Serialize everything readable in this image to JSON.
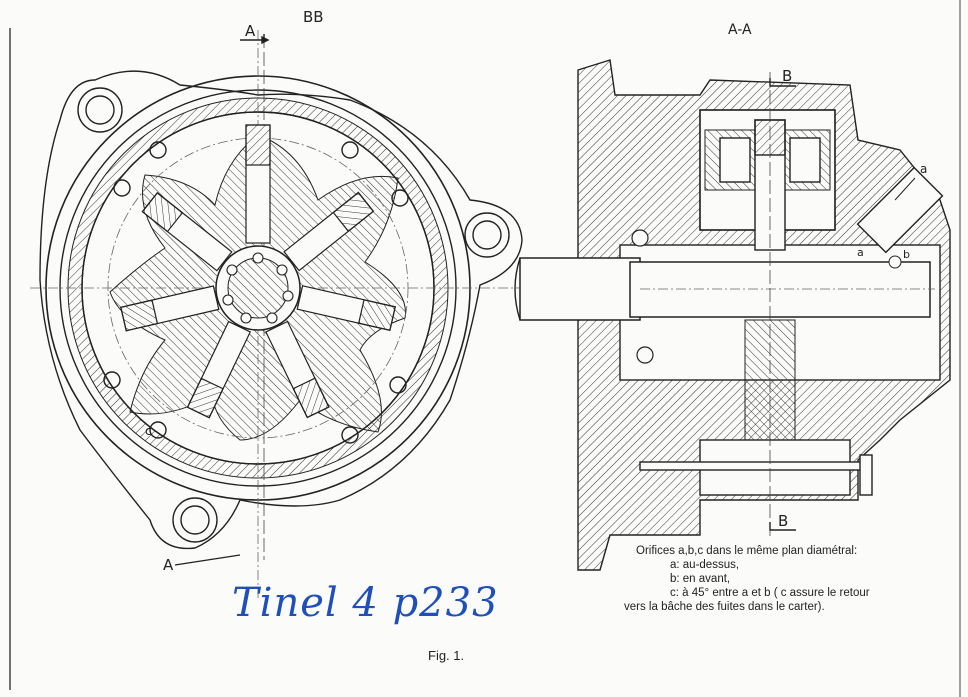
{
  "section_labels": {
    "bb": "BB",
    "aa": "A-A",
    "cut_a_top": "A",
    "cut_a_bottom": "A",
    "cut_b_top": "B",
    "cut_b_bottom": "B",
    "orifice_a": "a",
    "orifice_a_bore": "a",
    "orifice_b": "b",
    "orifice_c": "c"
  },
  "annotation": {
    "title": "Orifices a,b,c dans le même plan diamétral:",
    "line_a": "a: au-dessus,",
    "line_b": "b: en avant,",
    "line_c": "c: à 45° entre a et b ( c assure le retour",
    "line_d": "vers la bâche des fuites dans le carter)."
  },
  "handwriting": "Tinel 4 p233",
  "caption": "Fig. 1.",
  "colors": {
    "ink": "#222222",
    "paper": "#fbfbf9",
    "handwriting": "#1f4fb8"
  }
}
